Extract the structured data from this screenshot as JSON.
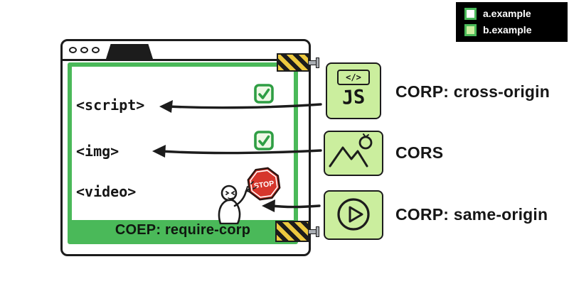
{
  "colors": {
    "accent_green": "#4ab959",
    "card_green": "#cbee9e",
    "stop_red": "#d6362c",
    "clamp_yellow": "#edc93f",
    "ink": "#1c1c1c",
    "legend_background": "#000000"
  },
  "legend": {
    "items": [
      {
        "label": "a.example",
        "swatch": "white-with-green-border"
      },
      {
        "label": "b.example",
        "swatch": "light-green"
      }
    ]
  },
  "browser_window": {
    "elements": [
      "<script>",
      "<img>",
      "<video>"
    ],
    "coep_bar_label": "COEP: require-corp"
  },
  "resources": [
    {
      "icon": "js-file-icon",
      "badge": "</>",
      "text": "JS",
      "label": "CORP: cross-origin",
      "status": "allowed"
    },
    {
      "icon": "image-icon",
      "label": "CORS",
      "status": "allowed"
    },
    {
      "icon": "video-icon",
      "label": "CORP: same-origin",
      "status": "blocked"
    }
  ],
  "stop_sign_text": "STOP"
}
